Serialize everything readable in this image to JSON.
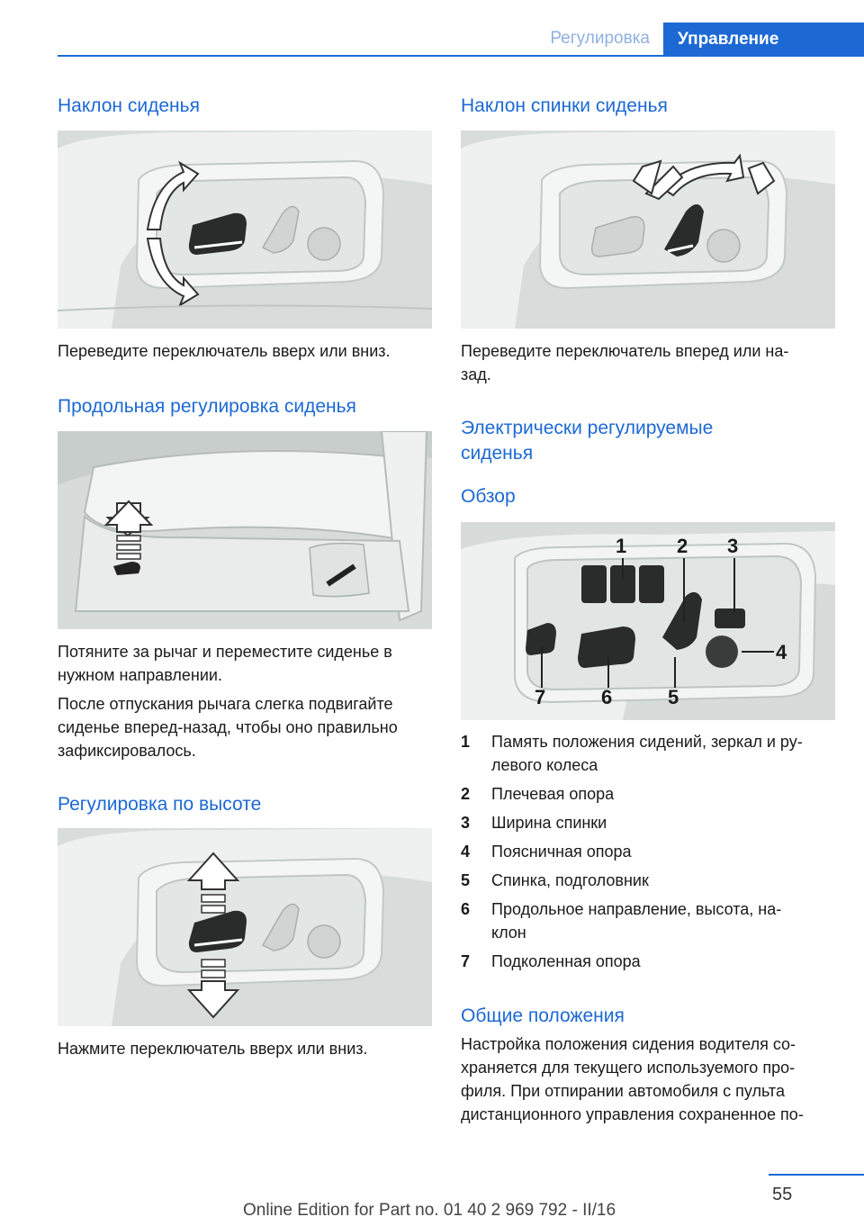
{
  "header": {
    "tab_inactive": "Регулировка",
    "tab_active": "Управление"
  },
  "left": {
    "h_tilt": "Наклон сиденья",
    "p_tilt": "Переведите переключатель вверх или вниз.",
    "h_longitudinal": "Продольная регулировка сиденья",
    "p_longitudinal_1a": "Потяните за рычаг и переместите сиденье в",
    "p_longitudinal_1b": "нужном направлении.",
    "p_longitudinal_2a": "После отпускания рычага слегка подвигайте",
    "p_longitudinal_2b": "сиденье вперед-назад, чтобы оно правильно",
    "p_longitudinal_2c": "зафиксировалось.",
    "h_height": "Регулировка по высоте",
    "p_height": "Нажмите переключатель вверх или вниз."
  },
  "right": {
    "h_backrest": "Наклон спинки сиденья",
    "p_backrest_a": "Переведите переключатель вперед или на-",
    "p_backrest_b": "зад.",
    "h_electric_a": "Электрически регулируемые",
    "h_electric_b": "сиденья",
    "h_overview": "Обзор",
    "callouts": [
      "1",
      "2",
      "3",
      "4",
      "5",
      "6",
      "7"
    ],
    "list": [
      {
        "num": "1",
        "line1": "Память положения сидений, зеркал и ру-",
        "line2": "левого колеса"
      },
      {
        "num": "2",
        "line1": "Плечевая опора",
        "line2": ""
      },
      {
        "num": "3",
        "line1": "Ширина спинки",
        "line2": ""
      },
      {
        "num": "4",
        "line1": "Поясничная опора",
        "line2": ""
      },
      {
        "num": "5",
        "line1": "Спинка, подголовник",
        "line2": ""
      },
      {
        "num": "6",
        "line1": "Продольное направление, высота, на-",
        "line2": "клон"
      },
      {
        "num": "7",
        "line1": "Подколенная опора",
        "line2": ""
      }
    ],
    "h_general": "Общие положения",
    "p_general_a": "Настройка положения сидения водителя со-",
    "p_general_b": "храняется для текущего используемого про-",
    "p_general_c": "филя. При отпирании автомобиля с пульта",
    "p_general_d": "дистанционного управления сохраненное по-"
  },
  "footer": {
    "page_number": "55",
    "edition": "Online Edition for Part no. 01 40 2 969 792 - II/16",
    "watermark": "Online Edition for Part no. 01 40 2 969 792 - II/16"
  },
  "colors": {
    "accent": "#1c69d4",
    "image_bg": "#d7dcda"
  }
}
